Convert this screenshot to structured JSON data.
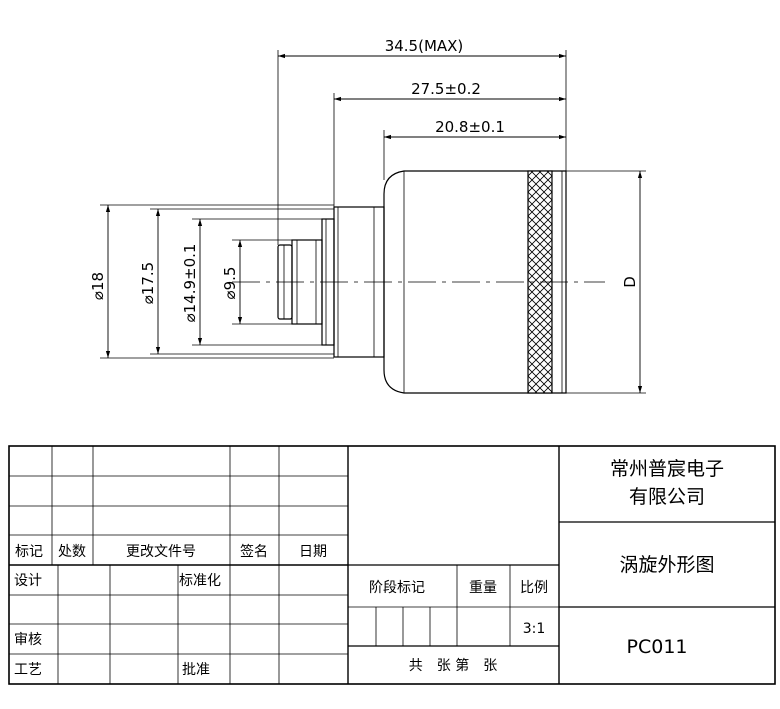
{
  "dimensions": {
    "overall_length": "34.5(MAX)",
    "length_2": "27.5±0.2",
    "length_3": "20.8±0.1",
    "dia_outer": "⌀18",
    "dia_2": "⌀17.5",
    "dia_3": "⌀14.9±0.1",
    "dia_4": "⌀9.5",
    "dia_d": "D"
  },
  "title_block": {
    "col_mark": "标记",
    "col_place": "处数",
    "col_doc": "更改文件号",
    "col_sign": "签名",
    "col_date": "日期",
    "design": "设计",
    "standardize": "标准化",
    "review": "审核",
    "process": "工艺",
    "approve": "批准",
    "stage_mark": "阶段标记",
    "weight": "重量",
    "scale_label": "比例",
    "scale_value": "3:1",
    "sheets": "共　张 第　张",
    "company_line1": "常州普宸电子",
    "company_line2": "有限公司",
    "drawing_title": "涡旋外形图",
    "drawing_no": "PC011"
  }
}
